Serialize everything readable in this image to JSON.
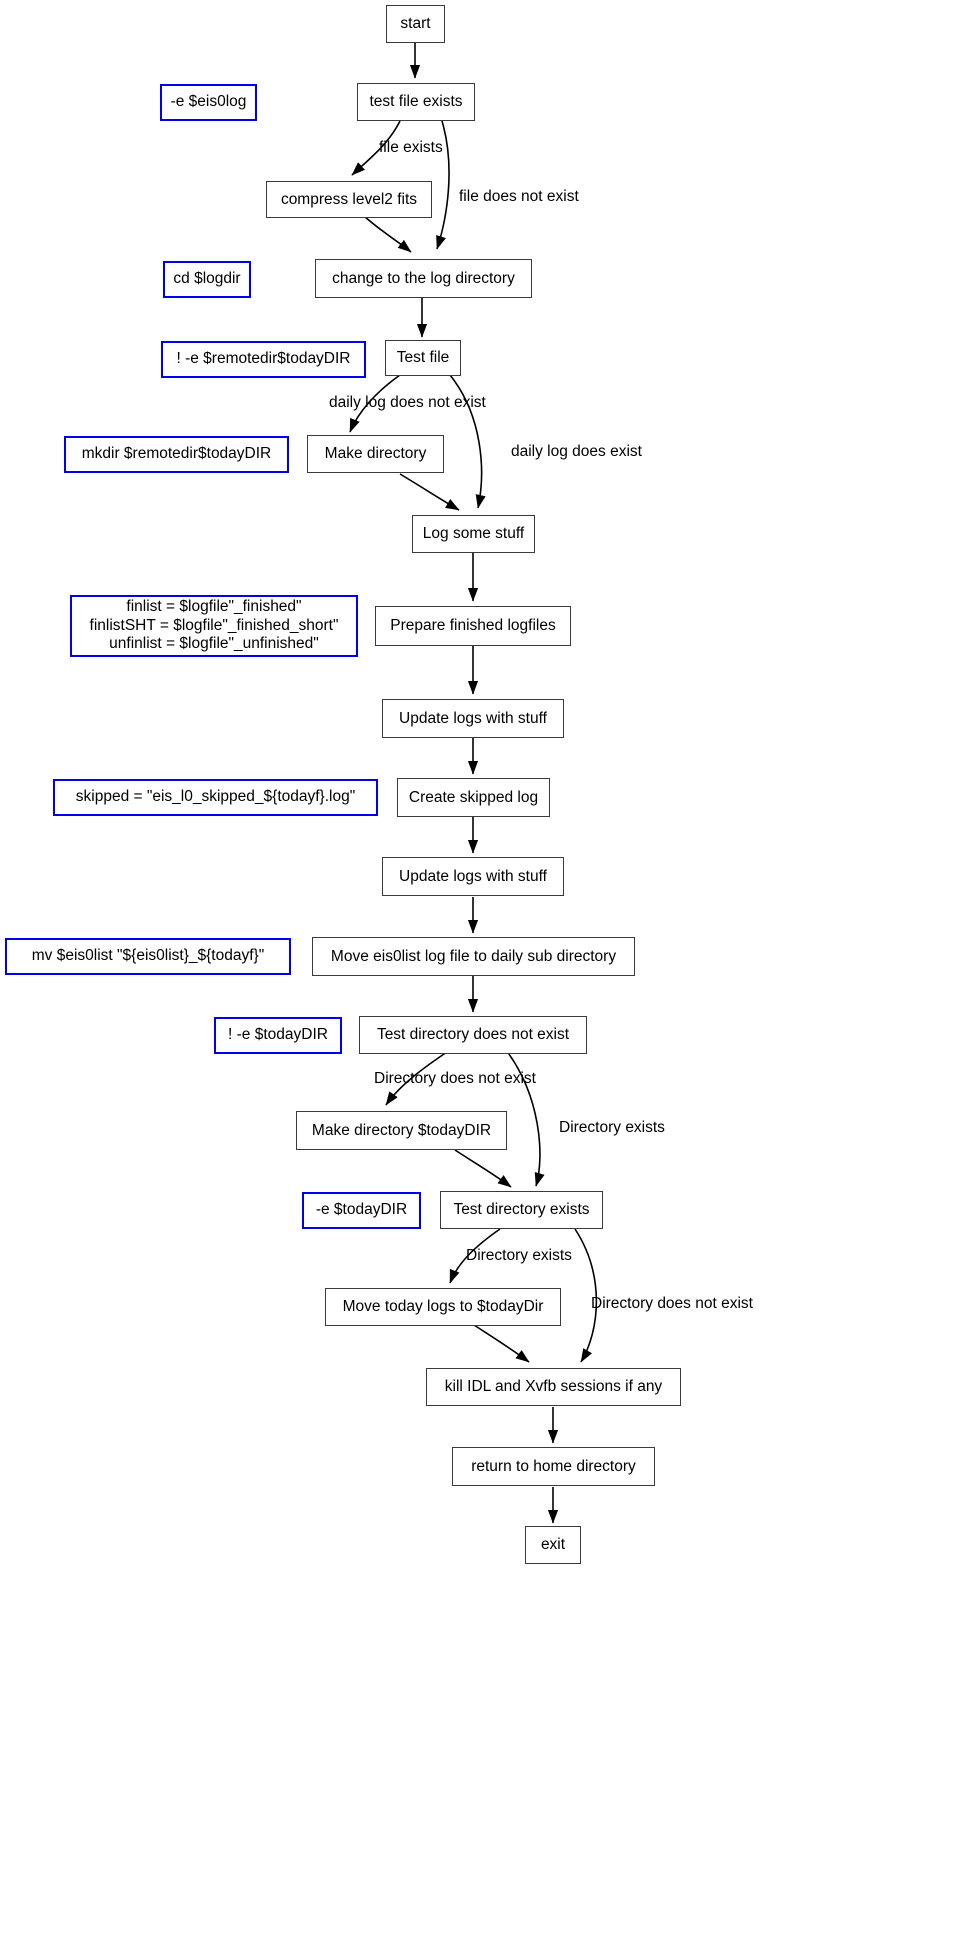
{
  "diagram": {
    "type": "flowchart",
    "title": "EIS level-0 log processing shell script flowchart",
    "colors": {
      "node_border": "#3a3a3a",
      "note_border": "#0000ee",
      "edge": "#000000",
      "background": "#ffffff"
    },
    "nodes": [
      {
        "id": "start",
        "label": "start"
      },
      {
        "id": "testfile1",
        "label": "test file exists"
      },
      {
        "id": "compress",
        "label": "compress level2 fits"
      },
      {
        "id": "chdir",
        "label": "change to the log directory"
      },
      {
        "id": "testfile2",
        "label": "Test file"
      },
      {
        "id": "mkdir1",
        "label": "Make directory"
      },
      {
        "id": "logstuff",
        "label": "Log some stuff"
      },
      {
        "id": "preparefin",
        "label": "Prepare finished logfiles"
      },
      {
        "id": "updatelogs1",
        "label": "Update logs with stuff"
      },
      {
        "id": "createskip",
        "label": "Create skipped log"
      },
      {
        "id": "updatelogs2",
        "label": "Update logs with stuff"
      },
      {
        "id": "moveeis0",
        "label": "Move eis0list log file to daily sub directory"
      },
      {
        "id": "testdirnot",
        "label": "Test directory does not exist"
      },
      {
        "id": "mkdirtoday",
        "label": "Make directory $todayDIR"
      },
      {
        "id": "testdirex",
        "label": "Test directory exists"
      },
      {
        "id": "movetoday",
        "label": "Move today logs to $todayDir"
      },
      {
        "id": "killidl",
        "label": "kill IDL and Xvfb sessions if any"
      },
      {
        "id": "returnhome",
        "label": "return to home directory"
      },
      {
        "id": "exit",
        "label": "exit"
      }
    ],
    "notes": [
      {
        "id": "note-eis0log",
        "label": "-e $eis0log"
      },
      {
        "id": "note-cdlogdir",
        "label": "cd $logdir"
      },
      {
        "id": "note-remotedir",
        "label": "! -e $remotedir$todayDIR"
      },
      {
        "id": "note-mkdirremote",
        "label": "mkdir $remotedir$todayDIR"
      },
      {
        "id": "note-finlist",
        "label": "finlist = $logfile\"_finished\"\nfinlistSHT = $logfile\"_finished_short\"\nunfinlist = $logfile\"_unfinished\""
      },
      {
        "id": "note-skipped",
        "label": "skipped = \"eis_l0_skipped_${todayf}.log\""
      },
      {
        "id": "note-mveis0list",
        "label": "mv $eis0list \"${eis0list}_${todayf}\""
      },
      {
        "id": "note-todaydirnot",
        "label": "! -e $todayDIR"
      },
      {
        "id": "note-todaydir",
        "label": "-e $todayDIR"
      }
    ],
    "edge_labels": [
      {
        "id": "lbl-file-exists",
        "label": "file exists"
      },
      {
        "id": "lbl-file-not-exist",
        "label": "file does not exist"
      },
      {
        "id": "lbl-daily-not-exist",
        "label": "daily log does not exist"
      },
      {
        "id": "lbl-daily-does-exist",
        "label": "daily log does exist"
      },
      {
        "id": "lbl-dir-not-exist-1",
        "label": "Directory does not exist"
      },
      {
        "id": "lbl-dir-exists-1",
        "label": "Directory exists"
      },
      {
        "id": "lbl-dir-exists-2",
        "label": "Directory exists"
      },
      {
        "id": "lbl-dir-not-exist-2",
        "label": "Directory does not exist"
      }
    ]
  }
}
